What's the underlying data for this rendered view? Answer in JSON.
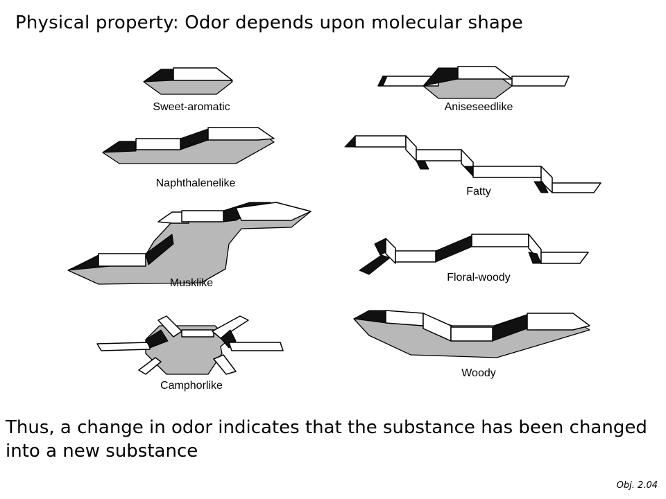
{
  "title": "Physical property: Odor depends upon molecular shape",
  "shapes": [
    {
      "name": "Sweet-aromatic"
    },
    {
      "name": "Aniseseedlike"
    },
    {
      "name": "Naphthalenelike"
    },
    {
      "name": "Fatty"
    },
    {
      "name": "Musklike"
    },
    {
      "name": "Floral-woody"
    },
    {
      "name": "Camphorlike"
    },
    {
      "name": "Woody"
    }
  ],
  "caption": "Thus, a change in odor indicates that the substance has been changed into a new substance",
  "footer": "Obj. 2.04"
}
